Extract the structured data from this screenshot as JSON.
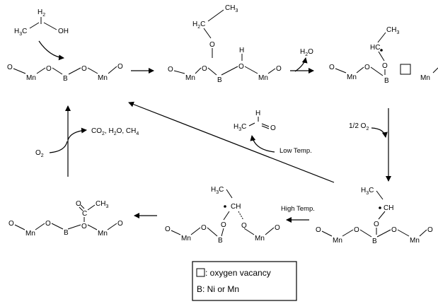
{
  "species": {
    "ethanol": {
      "h2": "H",
      "h2_sub": "2",
      "h3": "H",
      "h3_sub": "3",
      "c": "C",
      "oh": "OH"
    },
    "surface": {
      "o": "O",
      "mn": "Mn",
      "b": "B"
    },
    "ethoxy": {
      "ch3": "CH",
      "ch3_sub": "3",
      "h2c": "H",
      "h2c_sub": "2",
      "h2c_c": "C",
      "h": "H"
    },
    "radical": {
      "hc": "HC",
      "ch3": "CH",
      "ch3_sub": "3"
    },
    "acetaldehyde": {
      "h": "H",
      "h3c": "H",
      "h3c_sub": "3",
      "c": "C",
      "o": "O"
    },
    "acetyl": {
      "ch3": "CH",
      "ch3_sub": "3",
      "o": "O",
      "c": "C"
    },
    "ch_species": {
      "h3c": "H",
      "h3c_sub": "3",
      "c": "C",
      "ch": "CH"
    }
  },
  "reagents": {
    "h2o": "H",
    "h2o_sub": "2",
    "h2o_o": "O",
    "half_o2": "1/2 O",
    "half_o2_sub": "2",
    "o2": "O",
    "o2_sub": "2",
    "products": "CO",
    "products_sub": "2",
    "products_rest": ", H",
    "products_sub2": "2",
    "products_rest2": "O, CH",
    "products_sub3": "4"
  },
  "conditions": {
    "low_temp": "Low Temp.",
    "high_temp": "High Temp."
  },
  "legend": {
    "vacancy": ": oxygen vacancy",
    "b_def": "B: Ni or Mn"
  }
}
